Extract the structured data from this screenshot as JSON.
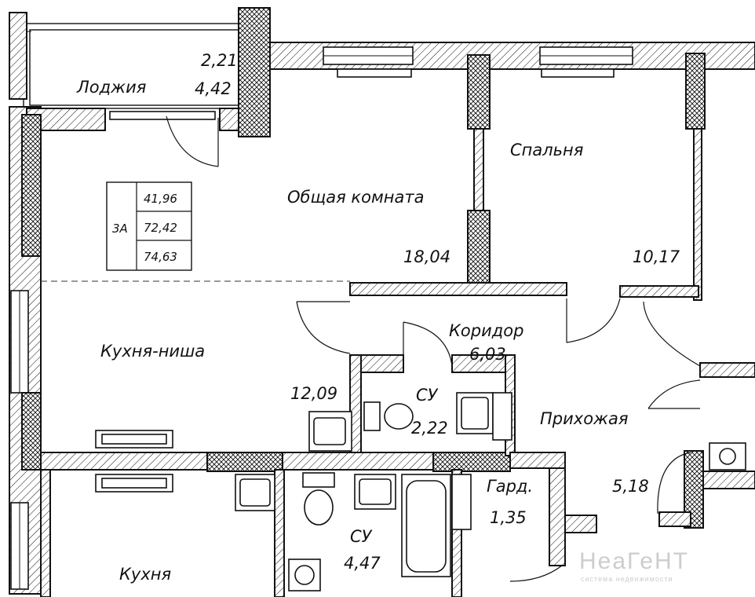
{
  "rooms": {
    "loggia": {
      "name": "Лоджия",
      "area_1": "2,21",
      "area_2": "4,42"
    },
    "living": {
      "name": "Общая комната",
      "area": "18,04"
    },
    "bedroom": {
      "name": "Спальня",
      "area": "10,17"
    },
    "kitchen_niche": {
      "name": "Кухня-ниша",
      "area": "12,09"
    },
    "corridor": {
      "name": "Коридор",
      "area": "6,03"
    },
    "bath_small": {
      "name": "СУ",
      "area": "2,22"
    },
    "hall": {
      "name": "Прихожая",
      "area": "5,18"
    },
    "wardrobe": {
      "name": "Гард.",
      "area": "1,35"
    },
    "bath_large": {
      "name": "СУ",
      "area": "4,47"
    },
    "kitchen_lower": {
      "name": "Кухня"
    }
  },
  "summary_table": {
    "type": "3А",
    "living_area": "41,96",
    "total_area": "72,42",
    "total_with_loggia": "74,63"
  },
  "watermark": {
    "brand": "НеаГеНТ",
    "tagline": "система недвижимости"
  },
  "colors": {
    "line": "#111111",
    "background": "#ffffff",
    "watermark": "#c8c8c8"
  }
}
